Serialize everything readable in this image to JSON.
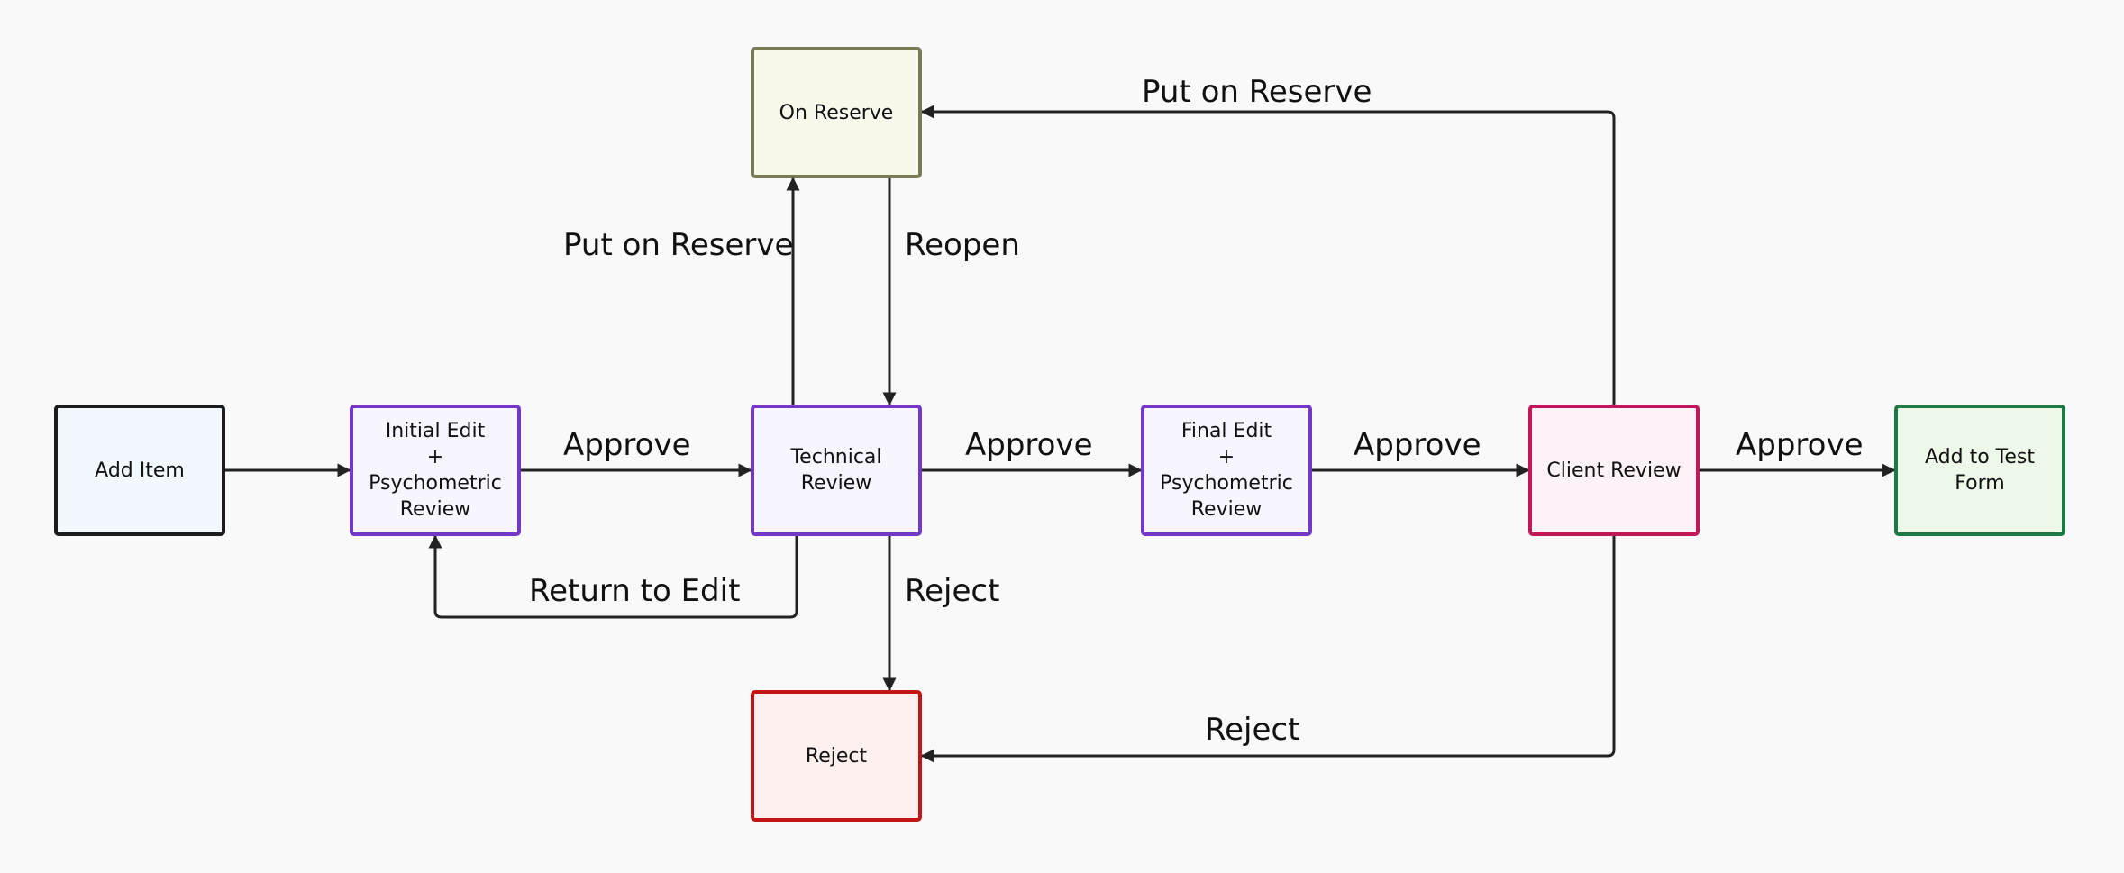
{
  "nodes": {
    "add_item": "Add Item",
    "initial_edit": "Initial Edit\n+\nPsychometric\nReview",
    "technical_review": "Technical\nReview",
    "final_edit": "Final Edit\n+\nPsychometric\nReview",
    "client_review": "Client Review",
    "add_to_test_form": "Add to Test Form",
    "on_reserve": "On Reserve",
    "reject": "Reject"
  },
  "edges": {
    "initial_to_tech": "Approve",
    "tech_to_final": "Approve",
    "final_to_client": "Approve",
    "client_to_form": "Approve",
    "tech_to_reserve": "Put on Reserve",
    "reserve_to_tech": "Reopen",
    "tech_to_initial": "Return to Edit",
    "tech_to_reject": "Reject",
    "client_to_reserve": "Put on Reserve",
    "client_to_reject": "Reject"
  },
  "colors": {
    "edge": "#222222",
    "background": "#f9f9f9"
  }
}
